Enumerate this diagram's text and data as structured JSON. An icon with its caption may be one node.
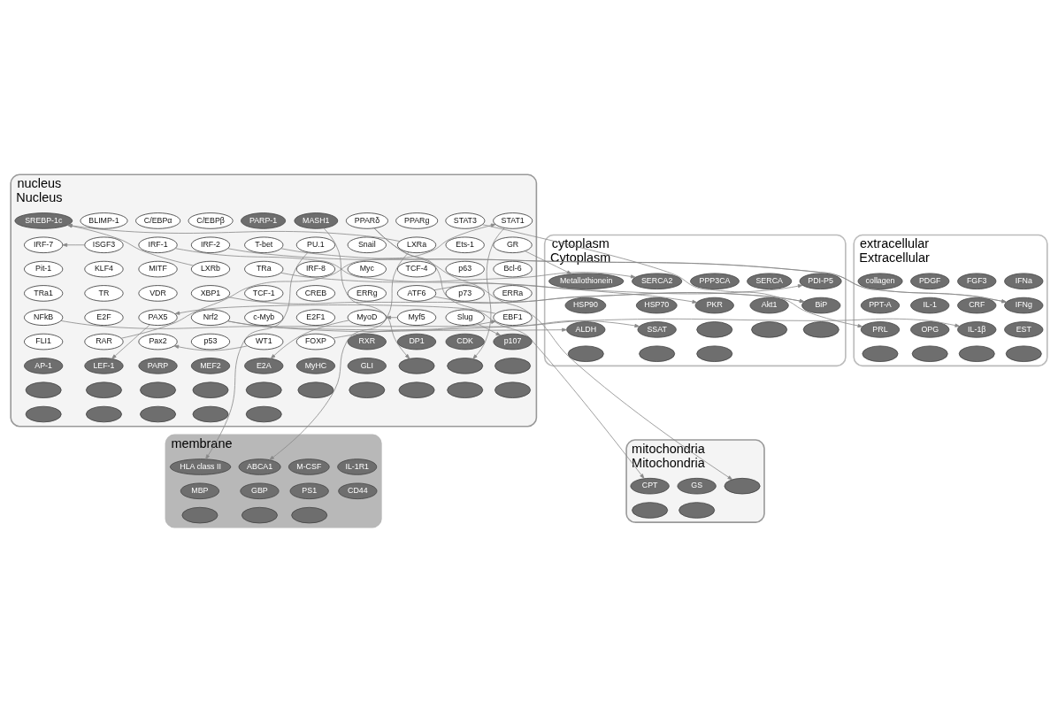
{
  "diagram": {
    "nodes": [
      {
        "text": [
          "extracellular",
          "Extracellular"
        ]
      },
      {
        "text": [
          "membrane"
        ]
      },
      {
        "text": [
          "cytoplasm",
          "Cytoplasm"
        ]
      },
      {
        "text": [
          "mitochondria",
          "Mitochondria"
        ]
      },
      {
        "text": [
          "nucleus",
          "Nucleus"
        ]
      },
      {
        "text": [
          "PDGF"
        ],
        "in": 0
      },
      {
        "text": [
          "FGF3"
        ],
        "in": 0
      },
      {
        "text": [
          "collagen"
        ],
        "in": 0
      },
      {
        "text": [
          "IFNa"
        ],
        "in": 0
      },
      {
        "text": [
          "PPT-A"
        ],
        "in": 0
      },
      {
        "text": [
          "IL-1"
        ],
        "in": 0
      },
      {
        "text": [
          "CRF"
        ],
        "in": 0
      },
      {
        "text": [],
        "shape": "ellipse",
        "in": 0
      },
      {
        "text": [
          "IFNg"
        ],
        "in": 0
      },
      {
        "text": [
          "PRL"
        ],
        "in": 0
      },
      {
        "text": [],
        "shape": "ellipse",
        "in": 0
      },
      {
        "text": [
          "OPG"
        ],
        "in": 0
      },
      {
        "text": [
          "IL-1β"
        ],
        "in": 0
      },
      {
        "text": [
          "EST"
        ],
        "in": 0
      },
      {
        "text": [],
        "shape": "ellipse",
        "in": 0
      },
      {
        "text": [],
        "shape": "ellipse",
        "in": 0
      },
      {
        "text": [
          "MBP"
        ],
        "in": 1
      },
      {
        "text": [
          "GBP"
        ],
        "in": 1
      },
      {
        "text": [
          "M-CSF"
        ],
        "in": 1
      },
      {
        "text": [],
        "shape": "ellipse",
        "in": 1
      },
      {
        "text": [
          "HLA class II"
        ],
        "in": 1
      },
      {
        "text": [],
        "shape": "ellipse",
        "in": 1
      },
      {
        "text": [
          "PS1"
        ],
        "in": 1
      },
      {
        "text": [
          "IL-1R1"
        ],
        "in": 1
      },
      {
        "text": [],
        "shape": "ellipse",
        "in": 1
      },
      {
        "text": [
          "CD44"
        ],
        "in": 1
      },
      {
        "text": [
          "ABCA1"
        ],
        "in": 1
      },
      {
        "text": [
          "Metallothionein"
        ],
        "in": 2
      },
      {
        "text": [
          "HSP90"
        ],
        "in": 2
      },
      {
        "text": [
          "HSP70"
        ],
        "in": 2
      },
      {
        "text": [
          "PKR"
        ],
        "in": 2
      },
      {
        "text": [],
        "shape": "ellipse",
        "in": 2
      },
      {
        "text": [
          "PPP3CA"
        ],
        "in": 2
      },
      {
        "text": [],
        "shape": "ellipse",
        "in": 2
      },
      {
        "text": [],
        "shape": "ellipse",
        "in": 2
      },
      {
        "text": [],
        "shape": "ellipse",
        "in": 2
      },
      {
        "text": [],
        "shape": "ellipse",
        "in": 2
      },
      {
        "text": [
          "Akt1"
        ],
        "in": 2
      },
      {
        "text": [],
        "shape": "ellipse",
        "in": 2
      },
      {
        "text": [
          "SERCA"
        ],
        "in": 2
      },
      {
        "text": [
          "SERCA2"
        ],
        "in": 2
      },
      {
        "text": [
          "PDI-P5"
        ],
        "in": 2
      },
      {
        "text": [
          "BiP"
        ],
        "in": 2
      },
      {
        "text": [
          "ALDH"
        ],
        "in": 2
      },
      {
        "text": [
          "SSAT"
        ],
        "in": 2
      },
      {
        "text": [
          "CPT"
        ],
        "in": 3
      },
      {
        "text": [],
        "shape": "ellipse",
        "in": 3
      },
      {
        "text": [],
        "shape": "ellipse",
        "in": 3
      },
      {
        "text": [
          "GS"
        ],
        "in": 3
      },
      {
        "text": [],
        "shape": "ellipse",
        "in": 3
      },
      {
        "text": [
          "IRF-7"
        ],
        "in": 4
      },
      {
        "text": [
          "ISGF3"
        ],
        "in": 4
      },
      {
        "text": [
          "IRF-1"
        ],
        "in": 4
      },
      {
        "text": [
          "IRF-2"
        ],
        "in": 4
      },
      {
        "text": [
          "T-bet"
        ],
        "in": 4
      },
      {
        "text": [
          "PU.1"
        ],
        "in": 4
      },
      {
        "text": [
          "Snail"
        ],
        "in": 4
      },
      {
        "text": [
          "LXRa"
        ],
        "in": 4
      },
      {
        "text": [
          "Ets-1"
        ],
        "in": 4
      },
      {
        "text": [
          "GR"
        ],
        "in": 4
      },
      {
        "text": [
          "Pit-1"
        ],
        "in": 4
      },
      {
        "text": [
          "KLF4"
        ],
        "in": 4
      },
      {
        "text": [
          "MITF"
        ],
        "in": 4
      },
      {
        "text": [
          "LXRb"
        ],
        "in": 4
      },
      {
        "text": [
          "TRa"
        ],
        "in": 4
      },
      {
        "text": [
          "IRF-8"
        ],
        "in": 4
      },
      {
        "text": [
          "Myc"
        ],
        "in": 4
      },
      {
        "text": [
          "TCF-4"
        ],
        "in": 4
      },
      {
        "text": [
          "PPARδ"
        ],
        "in": 4
      },
      {
        "text": [
          "p63"
        ],
        "in": 4
      },
      {
        "text": [
          "Bcl-6"
        ],
        "in": 4
      },
      {
        "text": [
          "STAT3"
        ],
        "in": 4
      },
      {
        "text": [
          "TRa1"
        ],
        "in": 4
      },
      {
        "text": [
          "TR"
        ],
        "in": 4
      },
      {
        "text": [
          "VDR"
        ],
        "in": 4
      },
      {
        "text": [
          "XBP1"
        ],
        "in": 4
      },
      {
        "text": [
          "TCF-1"
        ],
        "in": 4
      },
      {
        "text": [
          "CREB"
        ],
        "in": 4
      },
      {
        "text": [
          "ERRg"
        ],
        "in": 4
      },
      {
        "text": [
          "ATF6"
        ],
        "in": 4
      },
      {
        "text": [
          "C/EBPα"
        ],
        "in": 4
      },
      {
        "text": [
          "p73"
        ],
        "in": 4
      },
      {
        "text": [
          "PPARg"
        ],
        "in": 4
      },
      {
        "text": [
          "ERRa"
        ],
        "in": 4
      },
      {
        "text": [
          "BLIMP-1"
        ],
        "in": 4
      },
      {
        "text": [
          "C/EBPβ"
        ],
        "in": 4
      },
      {
        "text": [
          "NFkB"
        ],
        "in": 4
      },
      {
        "text": [
          "E2F"
        ],
        "in": 4
      },
      {
        "text": [
          "PAX5"
        ],
        "in": 4
      },
      {
        "text": [
          "Nrf2"
        ],
        "in": 4
      },
      {
        "text": [
          "c-Myb"
        ],
        "in": 4
      },
      {
        "text": [
          "E2F1"
        ],
        "in": 4
      },
      {
        "text": [
          "MyoD"
        ],
        "in": 4
      },
      {
        "text": [
          "Myf5"
        ],
        "in": 4
      },
      {
        "text": [
          "Slug"
        ],
        "in": 4
      },
      {
        "text": [
          "STAT1"
        ],
        "in": 4
      },
      {
        "text": [
          "EBF1"
        ],
        "in": 4
      },
      {
        "text": [
          "FLI1"
        ],
        "in": 4
      },
      {
        "text": [
          "RAR"
        ],
        "in": 4
      },
      {
        "text": [
          "Pax2"
        ],
        "in": 4
      },
      {
        "text": [
          "p53"
        ],
        "in": 4
      },
      {
        "text": [
          "WT1"
        ],
        "in": 4
      },
      {
        "text": [
          "FOXP"
        ],
        "in": 4
      },
      {
        "text": [
          "RXR"
        ],
        "in": 4
      },
      {
        "text": [],
        "shape": "ellipse",
        "in": 4
      },
      {
        "text": [
          "MASH1"
        ],
        "in": 4
      },
      {
        "text": [],
        "shape": "ellipse",
        "in": 4
      },
      {
        "text": [
          "DP1"
        ],
        "in": 4
      },
      {
        "text": [],
        "shape": "ellipse",
        "in": 4
      },
      {
        "text": [],
        "shape": "ellipse",
        "in": 4
      },
      {
        "text": [],
        "shape": "ellipse",
        "in": 4
      },
      {
        "text": [],
        "shape": "ellipse",
        "in": 4
      },
      {
        "text": [
          "PARP-1"
        ],
        "in": 4
      },
      {
        "text": [],
        "shape": "ellipse",
        "in": 4
      },
      {
        "text": [],
        "shape": "ellipse",
        "in": 4
      },
      {
        "text": [],
        "shape": "ellipse",
        "in": 4
      },
      {
        "text": [],
        "shape": "ellipse",
        "in": 4
      },
      {
        "text": [
          "CDK"
        ],
        "in": 4
      },
      {
        "text": [],
        "shape": "ellipse",
        "in": 4
      },
      {
        "text": [
          "p107"
        ],
        "in": 4
      },
      {
        "text": [],
        "shape": "ellipse",
        "in": 4
      },
      {
        "text": [
          "AP-1"
        ],
        "in": 4
      },
      {
        "text": [],
        "shape": "ellipse",
        "in": 4
      },
      {
        "text": [],
        "shape": "ellipse",
        "in": 4
      },
      {
        "text": [],
        "shape": "ellipse",
        "in": 4
      },
      {
        "text": [],
        "shape": "ellipse",
        "in": 4
      },
      {
        "text": [
          "LEF-1"
        ],
        "in": 4
      },
      {
        "text": [
          "SREBP-1c"
        ],
        "in": 4
      },
      {
        "text": [
          "PARP"
        ],
        "in": 4
      },
      {
        "text": [],
        "shape": "ellipse",
        "in": 4
      },
      {
        "text": [],
        "shape": "ellipse",
        "in": 4
      },
      {
        "text": [
          "MEF2"
        ],
        "in": 4
      },
      {
        "text": [
          "E2A"
        ],
        "in": 4
      },
      {
        "text": [
          "MyHC"
        ],
        "in": 4
      },
      {
        "text": [
          "GLI"
        ],
        "in": 4
      }
    ],
    "edges": [
      {
        "from": 56,
        "to": 55,
        "arrow": "to"
      },
      {
        "from": 94,
        "to": 48,
        "arrow": "to"
      },
      {
        "from": 94,
        "to": 49,
        "arrow": "to"
      },
      {
        "from": 110,
        "to": 109,
        "arrow": "to"
      },
      {
        "from": 100,
        "to": 111,
        "arrow": "to"
      },
      {
        "from": 103,
        "to": 100,
        "arrow": "to"
      },
      {
        "from": 106,
        "to": 104,
        "arrow": "to"
      },
      {
        "from": 107,
        "to": 101,
        "arrow": "to"
      },
      {
        "from": 98,
        "to": 97,
        "arrow": "to"
      },
      {
        "from": 93,
        "to": 131,
        "arrow": "to"
      },
      {
        "from": 97,
        "to": 137,
        "arrow": "to"
      },
      {
        "from": 68,
        "to": 132,
        "arrow": "to"
      },
      {
        "from": 62,
        "to": 132,
        "arrow": "to"
      },
      {
        "from": 99,
        "to": 124,
        "arrow": "to"
      },
      {
        "from": 101,
        "to": 93,
        "arrow": "to"
      },
      {
        "from": 69,
        "to": 45,
        "arrow": "to"
      },
      {
        "from": 84,
        "to": 47,
        "arrow": "to"
      },
      {
        "from": 80,
        "to": 47,
        "arrow": "to"
      },
      {
        "from": 84,
        "to": 46,
        "arrow": "to"
      },
      {
        "from": 73,
        "to": 51,
        "arrow": "to"
      },
      {
        "from": 73,
        "to": 50,
        "arrow": "to"
      },
      {
        "from": 57,
        "to": 35,
        "arrow": "to"
      },
      {
        "from": 58,
        "to": 13,
        "arrow": "to"
      },
      {
        "from": 59,
        "to": 13,
        "arrow": "to"
      },
      {
        "from": 60,
        "to": 25,
        "arrow": "to"
      },
      {
        "from": 64,
        "to": 32,
        "arrow": "to"
      },
      {
        "from": 91,
        "to": 17,
        "arrow": "to"
      },
      {
        "from": 76,
        "to": 14,
        "arrow": "to"
      },
      {
        "from": 62,
        "to": 31,
        "arrow": "to"
      }
    ]
  }
}
